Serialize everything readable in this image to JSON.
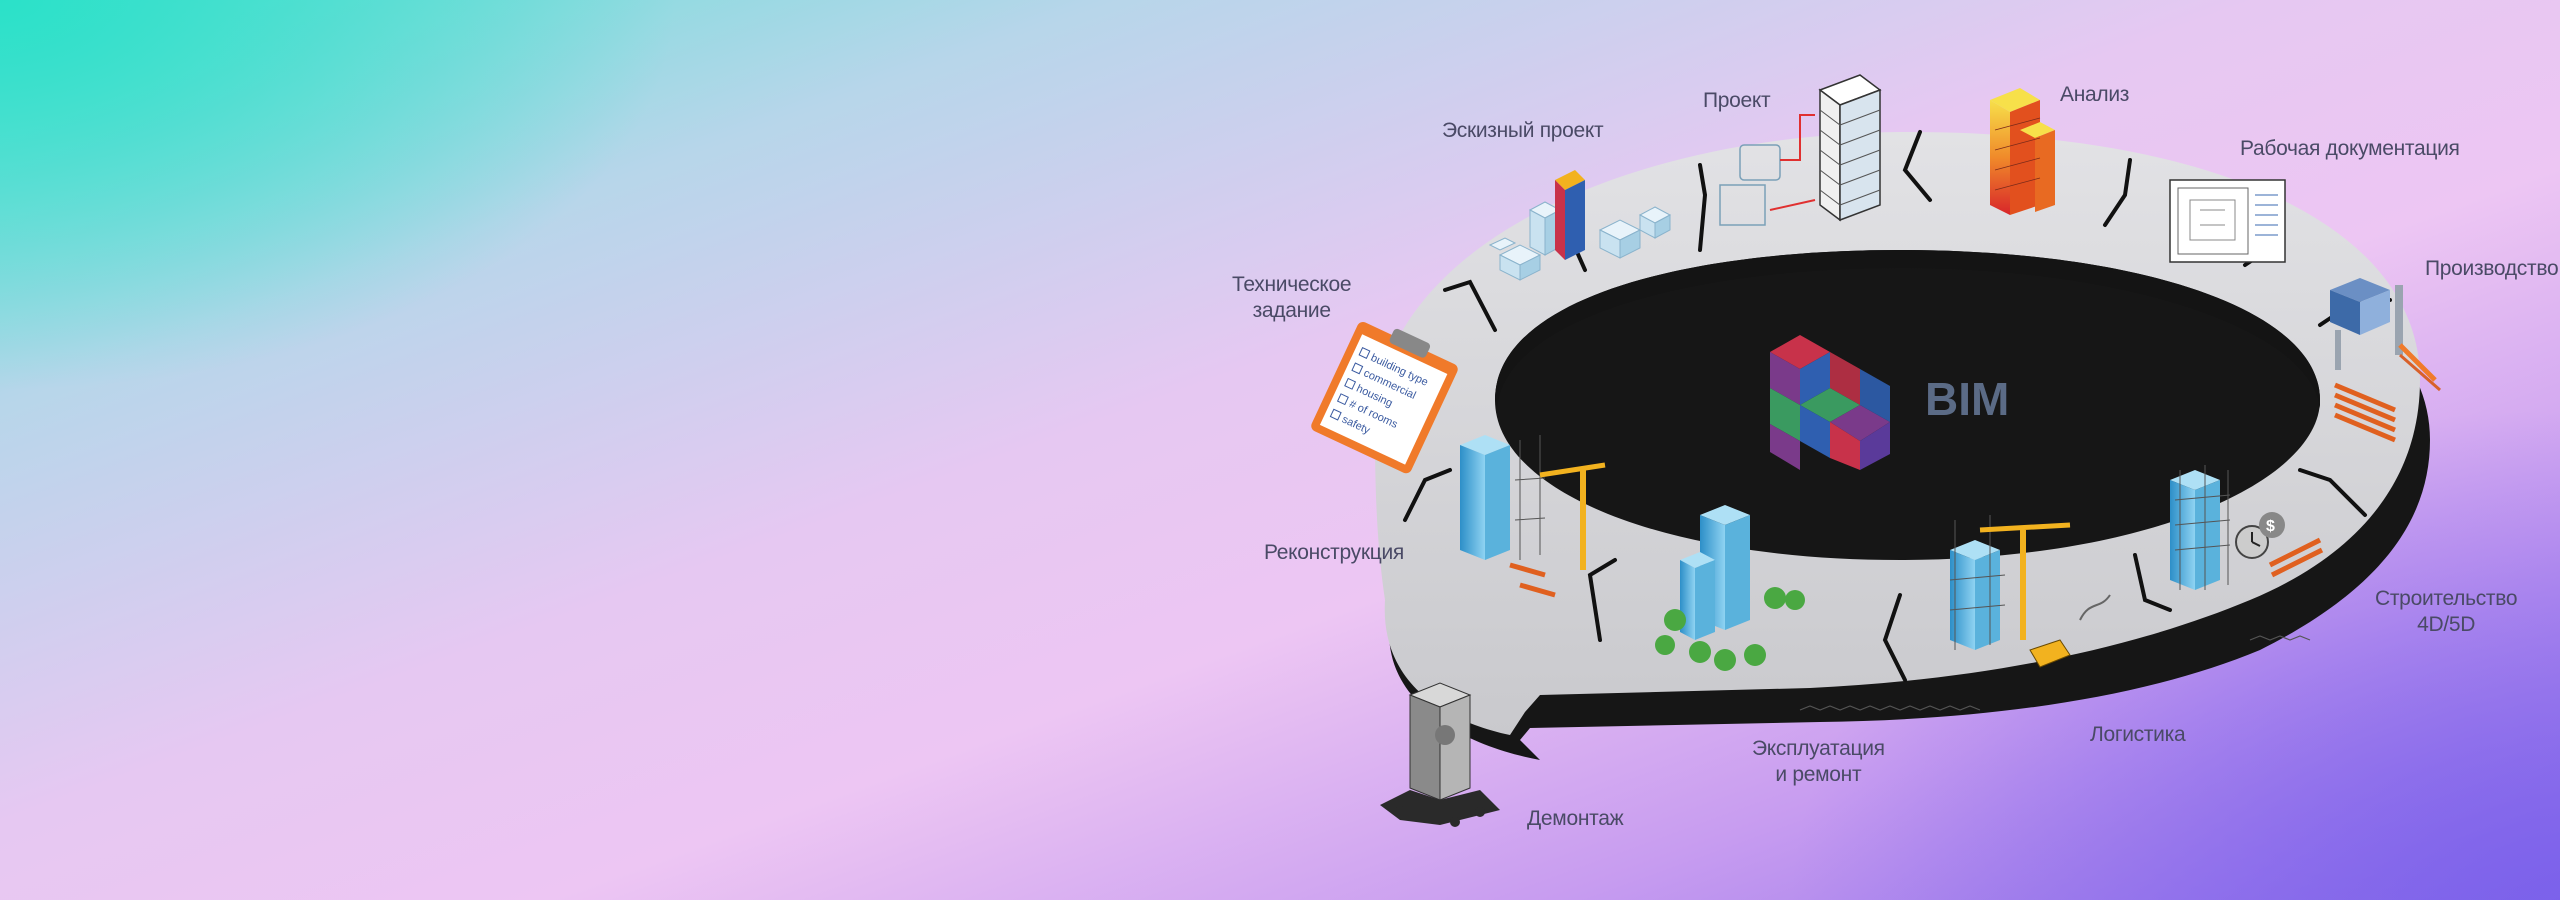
{
  "diagram": {
    "center_label": "BIM",
    "stages": [
      {
        "id": "tz",
        "line1": "Техническое",
        "line2": "задание"
      },
      {
        "id": "sketch",
        "line1": "Эскизный проект"
      },
      {
        "id": "project",
        "line1": "Проект"
      },
      {
        "id": "analysis",
        "line1": "Анализ"
      },
      {
        "id": "workdocs",
        "line1": "Рабочая документация"
      },
      {
        "id": "production",
        "line1": "Производство"
      },
      {
        "id": "construction",
        "line1": "Строительство",
        "line2": "4D/5D"
      },
      {
        "id": "logistics",
        "line1": "Логистика"
      },
      {
        "id": "operation",
        "line1": "Эксплуатация",
        "line2": "и ремонт"
      },
      {
        "id": "demolition",
        "line1": "Демонтаж"
      },
      {
        "id": "reconstruction",
        "line1": "Реконструкция"
      }
    ],
    "checklist": [
      "building type",
      "commercial",
      "housing",
      "# of rooms",
      "safety"
    ],
    "colors": {
      "ring_top": "#d9d9dc",
      "ring_side": "#1a1a1a",
      "label": "#4a4a66",
      "bim_text": "#5b6b86",
      "cube_red": "#c8324a",
      "cube_blue": "#2f5fb0",
      "cube_green": "#3a9a60",
      "cube_purple": "#7a3a8a",
      "building_blue": "#3aa6d8",
      "orange": "#f07a2a",
      "crane_yellow": "#f2b21f"
    }
  }
}
